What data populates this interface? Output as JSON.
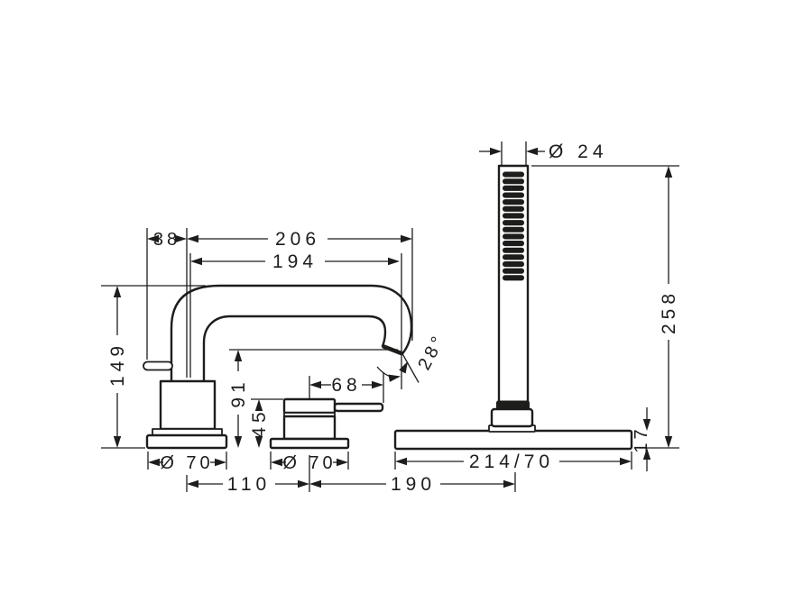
{
  "drawing": {
    "background": "#ffffff",
    "line_color": "#1d1d1b",
    "dimensions": {
      "spout_offset": "38",
      "spout_reach_overall": "206",
      "spout_reach": "194",
      "spout_total_height": "149",
      "spout_outlet_height": "91",
      "handle_height": "45",
      "lever_length": "68",
      "spout_angle": "28°",
      "handshower_diameter": "Ø 24",
      "handshower_height": "258",
      "spout_base_diameter": "Ø 70",
      "handle_base_diameter": "Ø 70",
      "spout_to_handle_distance": "110",
      "handle_to_holder_distance": "190",
      "holder_plate_width": "214/70",
      "holder_plate_height": "17"
    }
  }
}
